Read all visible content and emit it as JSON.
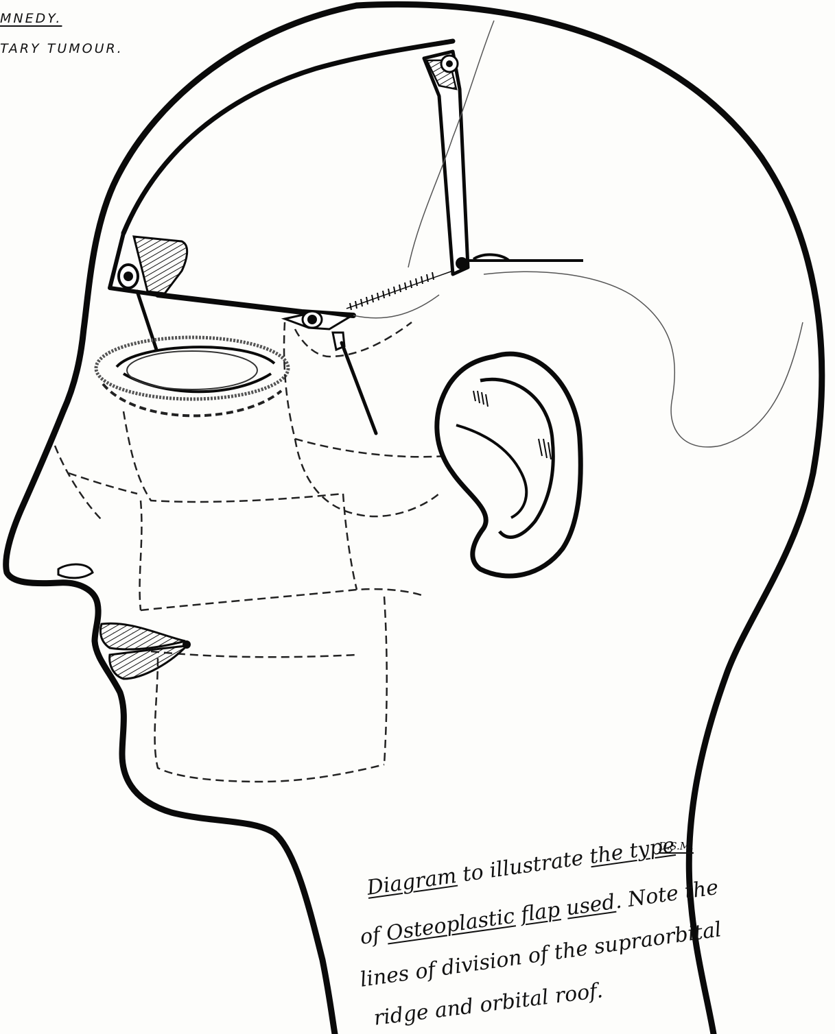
{
  "header": {
    "line1": "MNEDY.",
    "line2": "TARY  TUMOUR."
  },
  "initials": "D.S.M.",
  "caption": {
    "line1_a": "Diagram",
    "line1_b": " to illustrate ",
    "line1_c": "the type",
    "line2_a": "of ",
    "line2_b": "Osteoplastic",
    "line2_c": " ",
    "line2_d": "flap",
    "line2_e": " ",
    "line2_f": "used",
    "line2_g": ". Note the",
    "line3": "lines of division of the supraorbital",
    "line4": "ridge and orbital roof."
  }
}
